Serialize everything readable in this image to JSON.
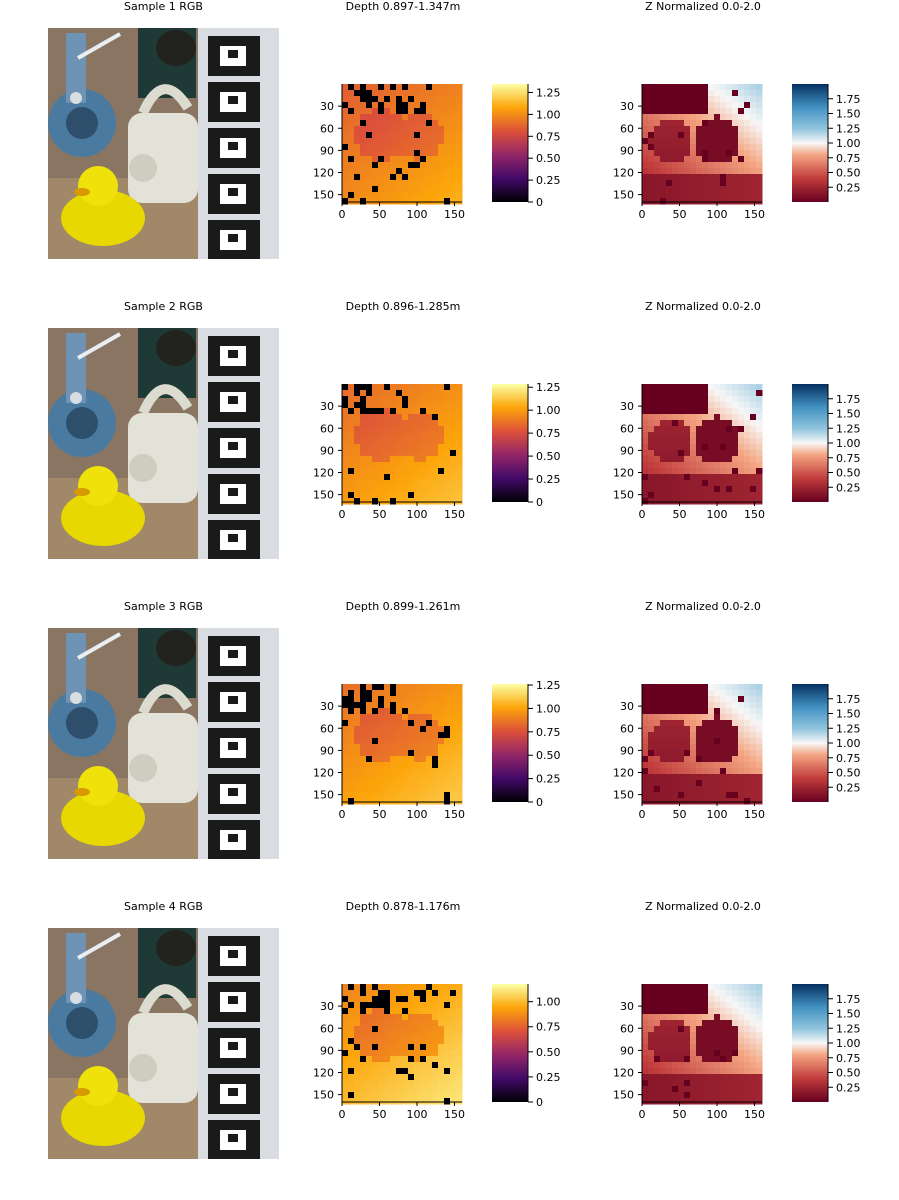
{
  "figure": {
    "rows": [
      {
        "rgb_title": "Sample 1 RGB",
        "depth_title": "Depth 0.897-1.347m",
        "z_title": "Z Normalized 0.0-2.0",
        "depth_cbar_ticks": [
          "0",
          "0.25",
          "0.50",
          "0.75",
          "1.00",
          "1.25"
        ],
        "z_cbar_ticks": [
          "0.25",
          "0.50",
          "0.75",
          "1.00",
          "1.25",
          "1.50",
          "1.75"
        ]
      },
      {
        "rgb_title": "Sample 2 RGB",
        "depth_title": "Depth 0.896-1.285m",
        "z_title": "Z Normalized 0.0-2.0",
        "depth_cbar_ticks": [
          "0",
          "0.25",
          "0.50",
          "0.75",
          "1.00",
          "1.25"
        ],
        "z_cbar_ticks": [
          "0.25",
          "0.50",
          "0.75",
          "1.00",
          "1.25",
          "1.50",
          "1.75"
        ]
      },
      {
        "rgb_title": "Sample 3 RGB",
        "depth_title": "Depth 0.899-1.261m",
        "z_title": "Z Normalized 0.0-2.0",
        "depth_cbar_ticks": [
          "0",
          "0.25",
          "0.50",
          "0.75",
          "1.00",
          "1.25"
        ],
        "z_cbar_ticks": [
          "0.25",
          "0.50",
          "0.75",
          "1.00",
          "1.25",
          "1.50",
          "1.75"
        ]
      },
      {
        "rgb_title": "Sample 4 RGB",
        "depth_title": "Depth 0.878-1.176m",
        "z_title": "Z Normalized 0.0-2.0",
        "depth_cbar_ticks": [
          "0",
          "0.25",
          "0.50",
          "0.75",
          "1.00"
        ],
        "z_cbar_ticks": [
          "0.25",
          "0.50",
          "0.75",
          "1.00",
          "1.25",
          "1.50",
          "1.75"
        ]
      }
    ],
    "x_ticks": [
      "0",
      "50",
      "100",
      "150"
    ],
    "y_ticks": [
      "30",
      "60",
      "90",
      "120",
      "150"
    ]
  },
  "chart_data": [
    {
      "type": "heatmap",
      "title": "Depth 0.897-1.347m",
      "x_range": [
        0,
        160
      ],
      "y_range": [
        0,
        160
      ],
      "colorbar_range": [
        0,
        1.347
      ],
      "colormap": "inferno"
    },
    {
      "type": "heatmap",
      "title": "Z Normalized 0.0-2.0",
      "x_range": [
        0,
        160
      ],
      "y_range": [
        0,
        160
      ],
      "colorbar_range": [
        0.0,
        2.0
      ],
      "colormap": "RdBu"
    },
    {
      "type": "heatmap",
      "title": "Depth 0.896-1.285m",
      "x_range": [
        0,
        160
      ],
      "y_range": [
        0,
        160
      ],
      "colorbar_range": [
        0,
        1.285
      ],
      "colormap": "inferno"
    },
    {
      "type": "heatmap",
      "title": "Z Normalized 0.0-2.0",
      "x_range": [
        0,
        160
      ],
      "y_range": [
        0,
        160
      ],
      "colorbar_range": [
        0.0,
        2.0
      ],
      "colormap": "RdBu"
    },
    {
      "type": "heatmap",
      "title": "Depth 0.899-1.261m",
      "x_range": [
        0,
        160
      ],
      "y_range": [
        0,
        160
      ],
      "colorbar_range": [
        0,
        1.261
      ],
      "colormap": "inferno"
    },
    {
      "type": "heatmap",
      "title": "Z Normalized 0.0-2.0",
      "x_range": [
        0,
        160
      ],
      "y_range": [
        0,
        160
      ],
      "colorbar_range": [
        0.0,
        2.0
      ],
      "colormap": "RdBu"
    },
    {
      "type": "heatmap",
      "title": "Depth 0.878-1.176m",
      "x_range": [
        0,
        160
      ],
      "y_range": [
        0,
        160
      ],
      "colorbar_range": [
        0,
        1.176
      ],
      "colormap": "inferno"
    },
    {
      "type": "heatmap",
      "title": "Z Normalized 0.0-2.0",
      "x_range": [
        0,
        160
      ],
      "y_range": [
        0,
        160
      ],
      "colorbar_range": [
        0.0,
        2.0
      ],
      "colormap": "RdBu"
    }
  ]
}
